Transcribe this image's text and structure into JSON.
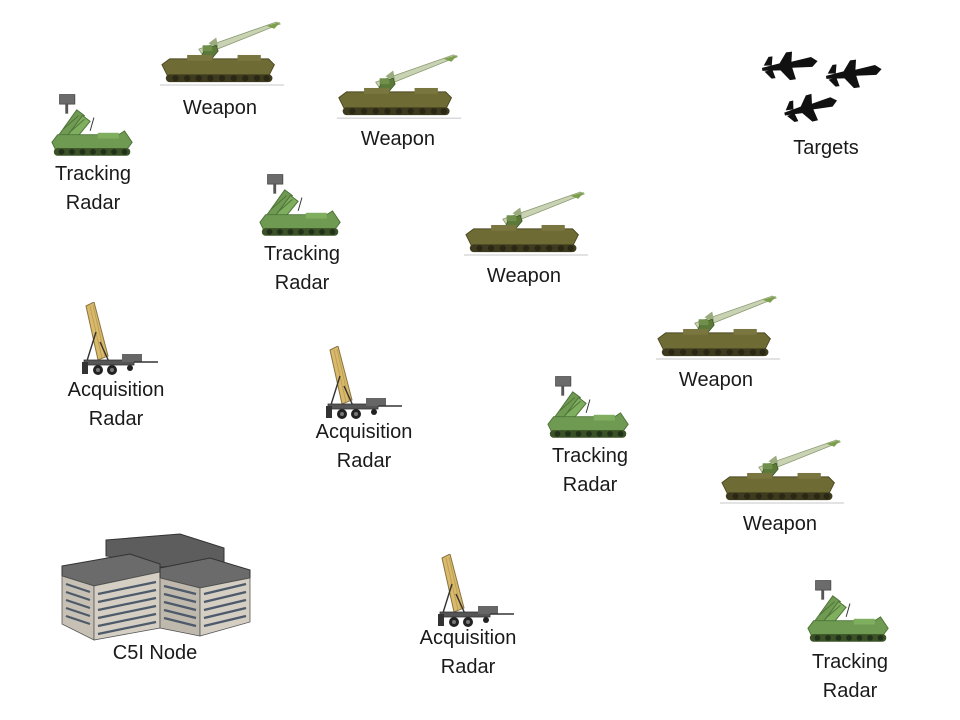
{
  "colors": {
    "olive": "#6e6b34",
    "olive_dark": "#4d4a22",
    "green_radar": "#6f9a52",
    "green_dark": "#4e7338",
    "missile": "#c9d3b4",
    "missile_nose": "#7ca04a",
    "panel": "#d9b96a",
    "aircraft": "#111111",
    "building_roof": "#6b6b6b",
    "building_wall": "#c7c0b4"
  },
  "units": [
    {
      "id": "weapon-1",
      "kind": "weapon",
      "icon": "missile-launcher-icon",
      "label": [
        "Weapon"
      ]
    },
    {
      "id": "weapon-2",
      "kind": "weapon",
      "icon": "missile-launcher-icon",
      "label": [
        "Weapon"
      ]
    },
    {
      "id": "weapon-3",
      "kind": "weapon",
      "icon": "missile-launcher-icon",
      "label": [
        "Weapon"
      ]
    },
    {
      "id": "weapon-4",
      "kind": "weapon",
      "icon": "missile-launcher-icon",
      "label": [
        "Weapon"
      ]
    },
    {
      "id": "weapon-5",
      "kind": "weapon",
      "icon": "missile-launcher-icon",
      "label": [
        "Weapon"
      ]
    },
    {
      "id": "tracking-1",
      "kind": "tracking",
      "icon": "tracking-radar-vehicle-icon",
      "label": [
        "Tracking",
        "Radar"
      ]
    },
    {
      "id": "tracking-2",
      "kind": "tracking",
      "icon": "tracking-radar-vehicle-icon",
      "label": [
        "Tracking",
        "Radar"
      ]
    },
    {
      "id": "tracking-3",
      "kind": "tracking",
      "icon": "tracking-radar-vehicle-icon",
      "label": [
        "Tracking",
        "Radar"
      ]
    },
    {
      "id": "tracking-4",
      "kind": "tracking",
      "icon": "tracking-radar-vehicle-icon",
      "label": [
        "Tracking",
        "Radar"
      ]
    },
    {
      "id": "acquisition-1",
      "kind": "acquisition",
      "icon": "acquisition-radar-trailer-icon",
      "label": [
        "Acquisition",
        "Radar"
      ]
    },
    {
      "id": "acquisition-2",
      "kind": "acquisition",
      "icon": "acquisition-radar-trailer-icon",
      "label": [
        "Acquisition",
        "Radar"
      ]
    },
    {
      "id": "acquisition-3",
      "kind": "acquisition",
      "icon": "acquisition-radar-trailer-icon",
      "label": [
        "Acquisition",
        "Radar"
      ]
    },
    {
      "id": "targets",
      "kind": "targets",
      "icon": "fighter-jets-icon",
      "label": [
        "Targets"
      ]
    },
    {
      "id": "c5i",
      "kind": "building",
      "icon": "building-icon",
      "label": [
        "C5I Node"
      ]
    }
  ]
}
